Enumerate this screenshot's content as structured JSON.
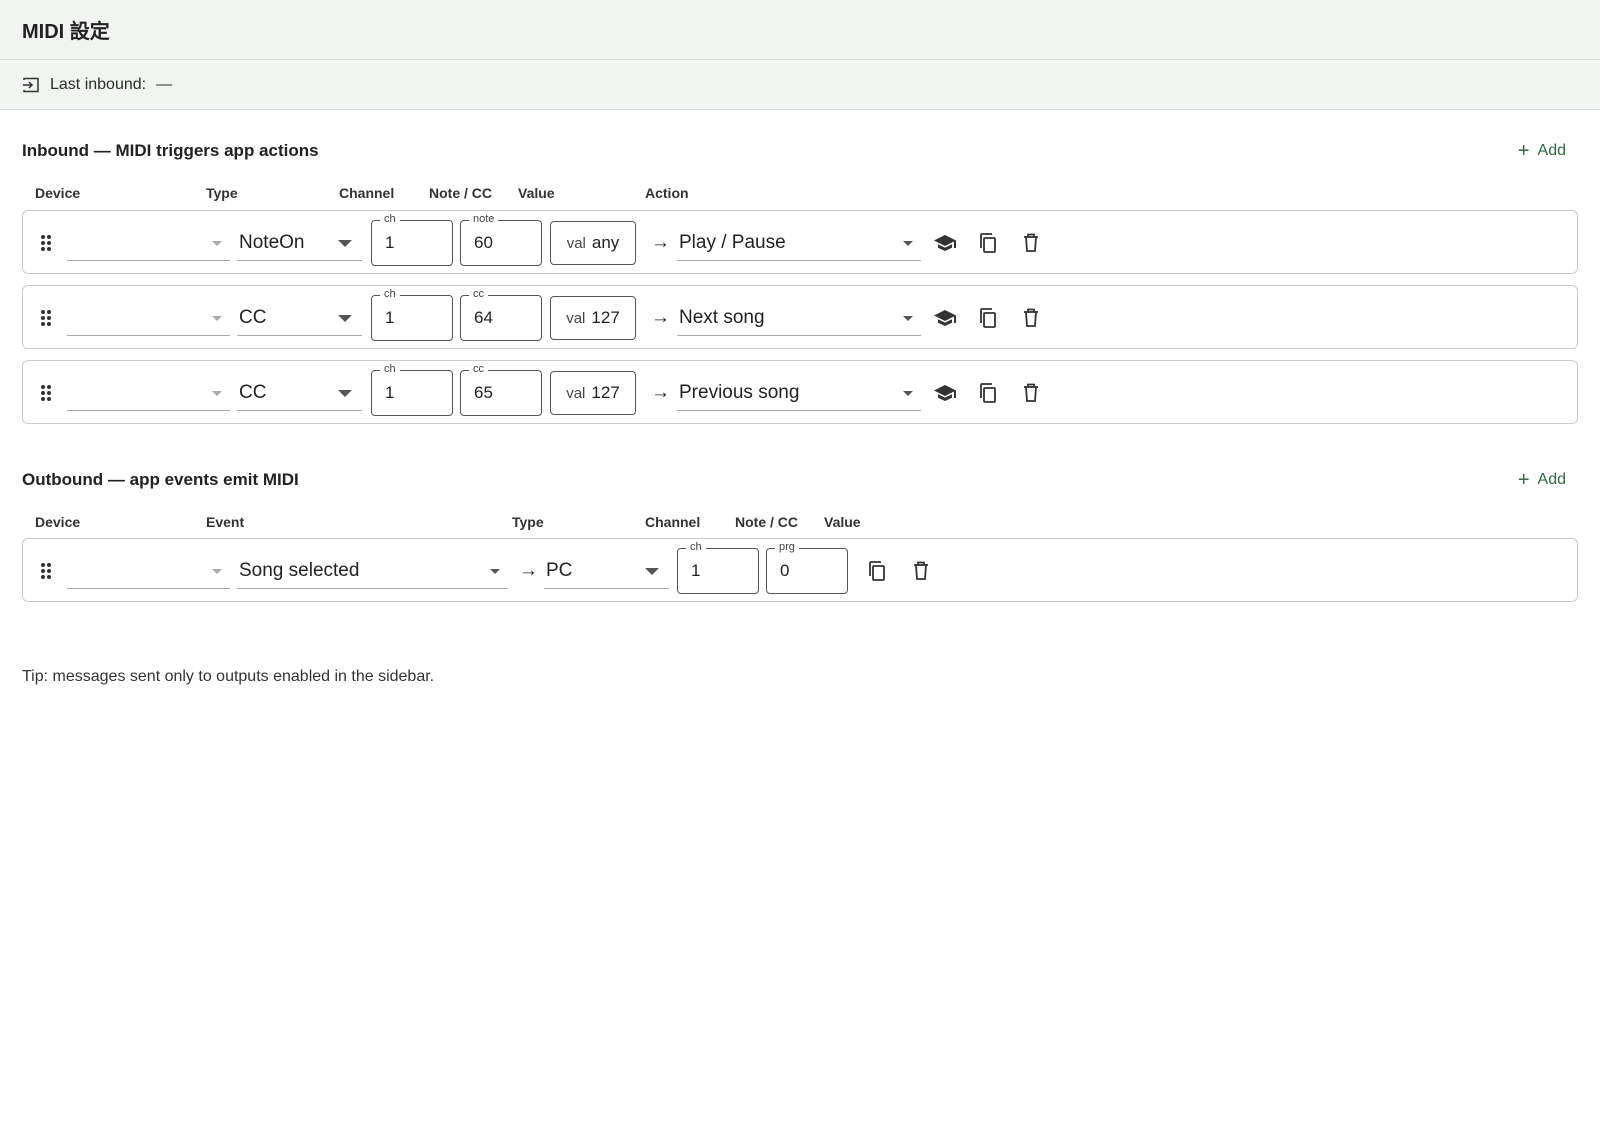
{
  "window": {
    "title": "MIDI 設定"
  },
  "status": {
    "label": "Last inbound:",
    "value": "—"
  },
  "inbound": {
    "title": "Inbound — MIDI triggers app actions",
    "add_label": "Add",
    "columns": [
      "Device",
      "Type",
      "Channel",
      "Note / CC",
      "Value",
      "Action"
    ],
    "rows": [
      {
        "device": "",
        "type": "NoteOn",
        "channel_label": "ch",
        "channel": "1",
        "note_label": "note",
        "note": "60",
        "value_prefix": "val",
        "value": "any",
        "action": "Play / Pause"
      },
      {
        "device": "",
        "type": "CC",
        "channel_label": "ch",
        "channel": "1",
        "note_label": "cc",
        "note": "64",
        "value_prefix": "val",
        "value": "127",
        "action": "Next song"
      },
      {
        "device": "",
        "type": "CC",
        "channel_label": "ch",
        "channel": "1",
        "note_label": "cc",
        "note": "65",
        "value_prefix": "val",
        "value": "127",
        "action": "Previous song"
      }
    ]
  },
  "outbound": {
    "title": "Outbound — app events emit MIDI",
    "add_label": "Add",
    "columns": [
      "Device",
      "Event",
      "Type",
      "Channel",
      "Note / CC",
      "Value"
    ],
    "rows": [
      {
        "device": "",
        "event": "Song selected",
        "type": "PC",
        "channel_label": "ch",
        "channel": "1",
        "program_label": "prg",
        "program": "0"
      }
    ]
  },
  "tip": "Tip: messages sent only to outputs enabled in the sidebar.",
  "colors": {
    "accent": "#2e6b45",
    "header_bg": "#f2f4f2",
    "border": "#c9cdc9"
  },
  "icons": [
    "login-icon",
    "drag-handle-icon",
    "learn-icon",
    "copy-icon",
    "delete-icon",
    "arrow-right-icon",
    "plus-icon",
    "caret-down-icon"
  ]
}
